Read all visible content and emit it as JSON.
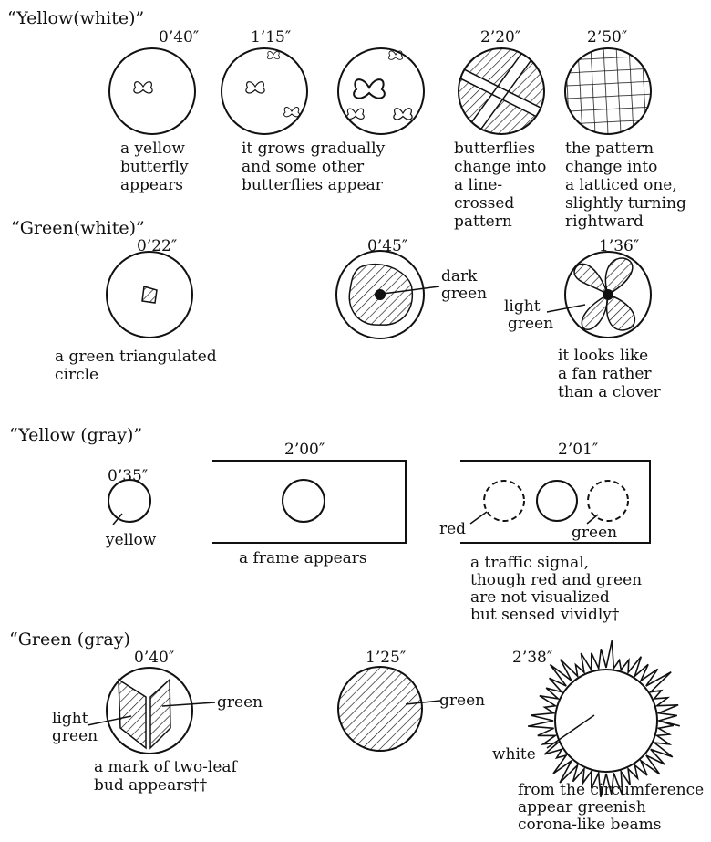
{
  "sections": [
    {
      "title": "“Yellow(white)”"
    },
    {
      "title": "“Green(white)”"
    },
    {
      "title": "“Yellow (gray)”"
    },
    {
      "title": "“Green (gray)"
    }
  ],
  "panels": [
    {
      "time": "0’40″",
      "caption": [
        "a yellow",
        "butterfly",
        "appears"
      ]
    },
    {
      "time": "1’15″",
      "caption": [
        "it grows gradually",
        "and some other",
        "butterflies appear"
      ]
    },
    {
      "time": "2’20″",
      "caption": [
        "butterflies",
        "change into",
        "a line-",
        "crossed",
        "pattern"
      ]
    },
    {
      "time": "2’50″",
      "caption": [
        "the pattern",
        "change into",
        "a latticed one,",
        "slightly turning",
        "rightward"
      ]
    },
    {
      "time": "0’22″",
      "caption": [
        "a green triangulated",
        "circle"
      ]
    },
    {
      "time": "0’45″",
      "labels": [
        "dark",
        "green"
      ]
    },
    {
      "time": "1’36″",
      "labels": [
        "light",
        "green"
      ],
      "caption": [
        "it looks like",
        "a fan rather",
        "than a clover"
      ]
    },
    {
      "time": "0’35″",
      "labels": [
        "yellow"
      ]
    },
    {
      "time": "2’00″",
      "caption": [
        "a frame appears"
      ]
    },
    {
      "time": "2’01″",
      "labels": [
        "red",
        "green"
      ],
      "caption": [
        "a traffic signal,",
        "though red and green",
        "are not visualized",
        "but sensed vividly†"
      ]
    },
    {
      "time": "0’40″",
      "labels": [
        "light",
        "green",
        "green"
      ],
      "caption": [
        "a mark of two-leaf",
        "bud appears††"
      ]
    },
    {
      "time": "1’25″",
      "labels": [
        "green"
      ]
    },
    {
      "time": "2’38″",
      "labels": [
        "white"
      ],
      "caption": [
        "from the circumference",
        "appear greenish",
        "corona-like beams"
      ]
    }
  ]
}
